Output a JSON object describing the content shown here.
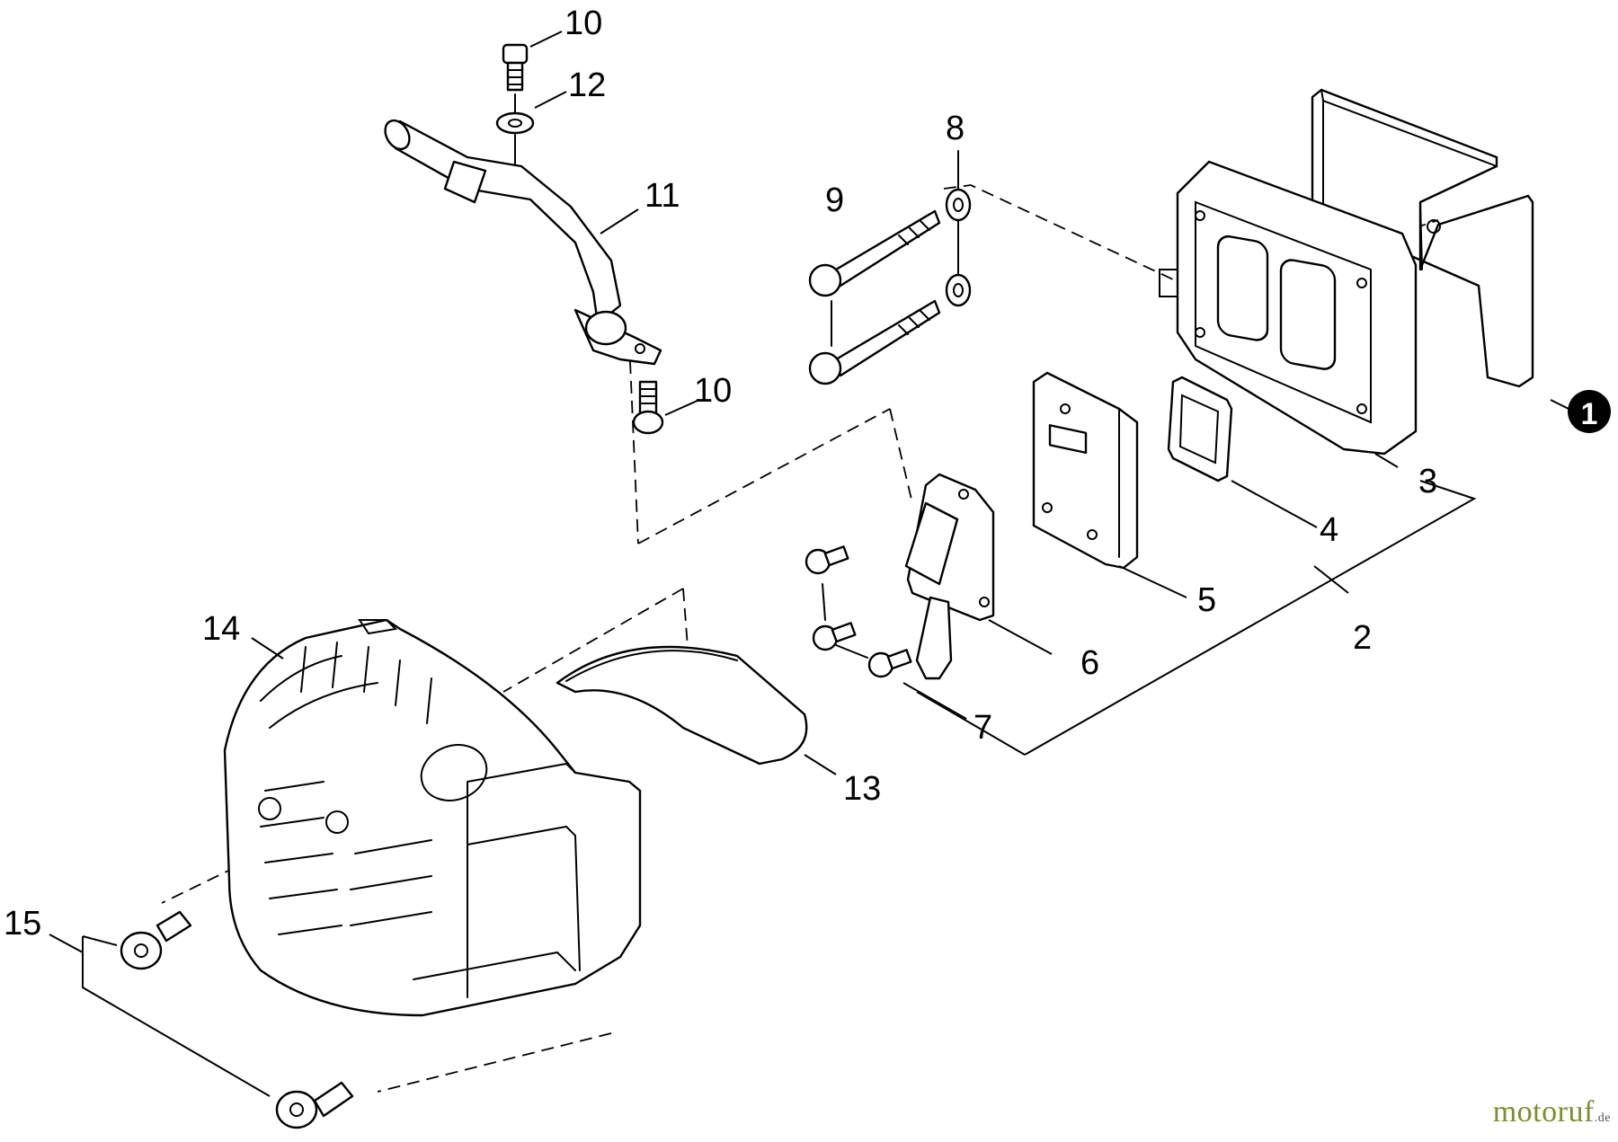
{
  "callouts": {
    "c1": "1",
    "c2": "2",
    "c3": "3",
    "c4": "4",
    "c5": "5",
    "c6": "6",
    "c7": "7",
    "c8": "8",
    "c9": "9",
    "c10a": "10",
    "c10b": "10",
    "c11": "11",
    "c12": "12",
    "c13": "13",
    "c14": "14",
    "c15": "15"
  },
  "watermark": {
    "brand": "motoruf",
    "tld": ".de"
  },
  "colors": {
    "line": "#000000",
    "background": "#ffffff",
    "watermark": "#7a8f2a"
  }
}
